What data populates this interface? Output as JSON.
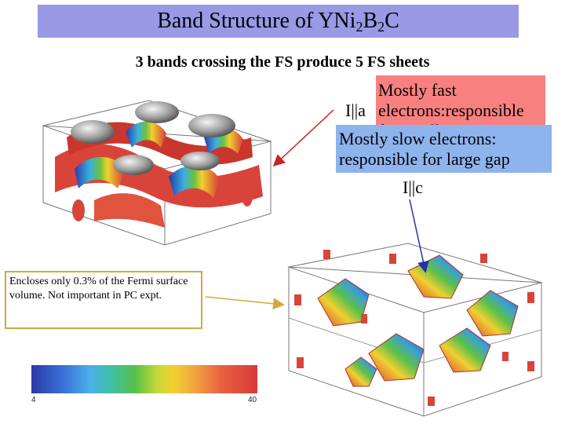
{
  "slide": {
    "title_parts": [
      "Band Structure of YNi",
      "2",
      "B",
      "2",
      "C"
    ],
    "subtitle": "3 bands crossing the FS produce 5 FS sheets",
    "pink_callout": "Mostly fast electrons:responsible for small gap",
    "blue_callout": "Mostly slow electrons: responsible for large gap",
    "label_a": "I||a",
    "label_c": "I||c",
    "note": "Encloses only 0.3% of the Fermi surface volume. Not important in PC expt.",
    "scale_min": "4",
    "scale_max": "40"
  },
  "icons": {
    "fermi_surface_top": "fermi-surface-3d-image",
    "fermi_surface_bottom": "fermi-surface-3d-image",
    "arrows": "callout-arrow"
  },
  "colors": {
    "title_bar": "#9999e6",
    "pink_callout": "#f98080",
    "blue_callout": "#8eb4ee",
    "note_border": "#d6a83a",
    "arrow_red": "#cc2222",
    "arrow_blue": "#2233aa",
    "arrow_gold": "#d6a83a"
  }
}
